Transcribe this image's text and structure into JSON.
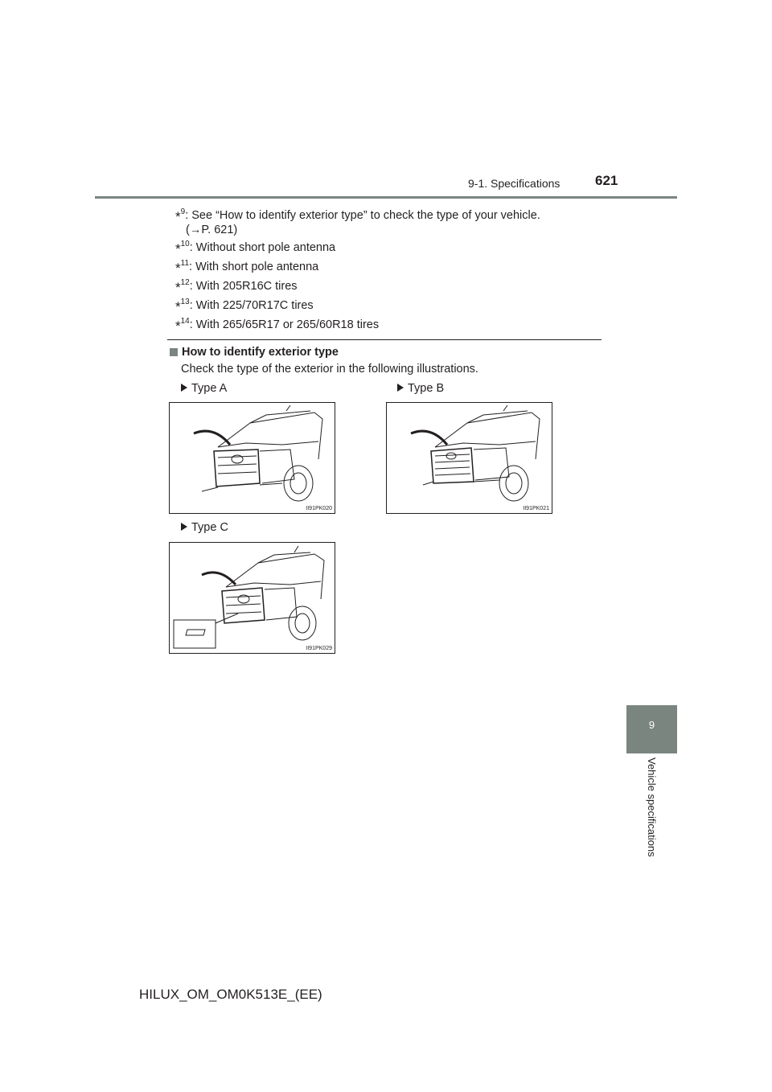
{
  "header": {
    "section": "9-1. Specifications",
    "page": "621"
  },
  "footnotes": [
    {
      "mark": "*",
      "num": "9",
      "text": ": See “How to identify exterior type” to check the type of your vehicle.",
      "text2": "(→P. 621)"
    },
    {
      "mark": "*",
      "num": "10",
      "text": ": Without short pole antenna"
    },
    {
      "mark": "*",
      "num": "11",
      "text": ": With short pole antenna"
    },
    {
      "mark": "*",
      "num": "12",
      "text": ": With 205R16C tires"
    },
    {
      "mark": "*",
      "num": "13",
      "text": ": With 225/70R17C tires"
    },
    {
      "mark": "*",
      "num": "14",
      "text": ": With 265/65R17 or 265/60R18 tires"
    }
  ],
  "section": {
    "heading": "How to identify exterior type",
    "intro": "Check the type of the exterior in the following illustrations."
  },
  "types": [
    {
      "label": "Type A",
      "code": "II91PK020"
    },
    {
      "label": "Type B",
      "code": "II91PK021"
    },
    {
      "label": "Type C",
      "code": "II91PK029"
    }
  ],
  "side_tab": {
    "number": "9",
    "label": "Vehicle specifications"
  },
  "footer": {
    "doc_id": "HILUX_OM_OM0K513E_(EE)"
  },
  "colors": {
    "accent_gray": "#7a8580",
    "text": "#231f20"
  }
}
